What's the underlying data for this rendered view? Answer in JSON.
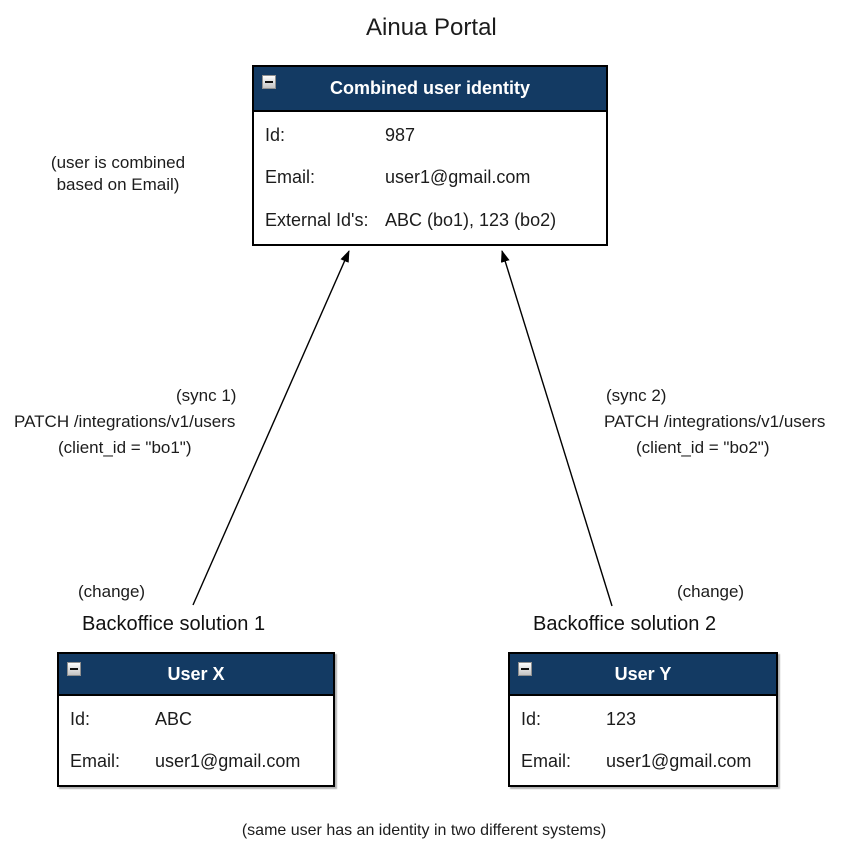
{
  "title": "Ainua Portal",
  "colors": {
    "header_bg": "#133a63",
    "header_text": "#ffffff",
    "box_border": "#000000",
    "body_text": "#1c1c1c"
  },
  "icons": {
    "box_collapse": "minus-square"
  },
  "annotations": {
    "combined_note": "(user is combined\nbased on Email)",
    "change_left": "(change)",
    "change_right": "(change)",
    "bottom_note": "(same user has an identity in two different systems)"
  },
  "sync_left": {
    "title": "(sync 1)",
    "request": "PATCH /integrations/v1/users",
    "client": "(client_id = \"bo1\")"
  },
  "sync_right": {
    "title": "(sync 2)",
    "request": "PATCH /integrations/v1/users",
    "client": "(client_id = \"bo2\")"
  },
  "combined_box": {
    "title": "Combined user identity",
    "fields": [
      {
        "label": "Id:",
        "value": "987"
      },
      {
        "label": "Email:",
        "value": "user1@gmail.com"
      },
      {
        "label": "External Id's:",
        "value": "ABC (bo1), 123 (bo2)"
      }
    ]
  },
  "backoffice1": {
    "section_title": "Backoffice solution 1",
    "box_title": "User X",
    "fields": [
      {
        "label": "Id:",
        "value": "ABC"
      },
      {
        "label": "Email:",
        "value": "user1@gmail.com"
      }
    ]
  },
  "backoffice2": {
    "section_title": "Backoffice solution 2",
    "box_title": "User Y",
    "fields": [
      {
        "label": "Id:",
        "value": "123"
      },
      {
        "label": "Email:",
        "value": "user1@gmail.com"
      }
    ]
  }
}
